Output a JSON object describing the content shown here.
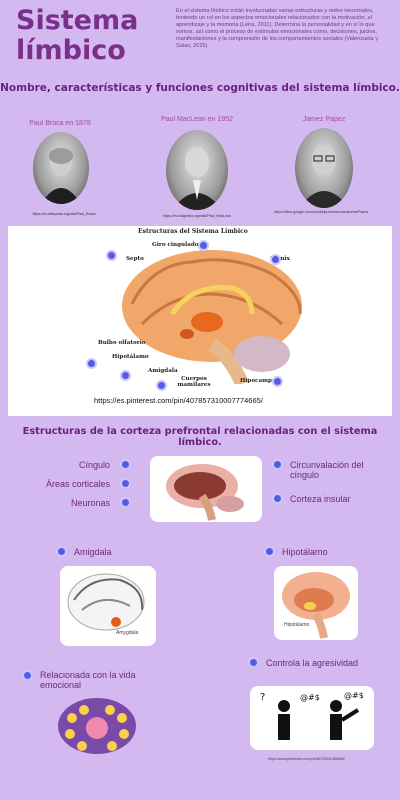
{
  "header": {
    "title_line1": "Sistema",
    "title_line2": "límbico",
    "intro": "En el sistema límbico están involucradas varias estructuras y redes neuronales, teniendo un rol en los aspectos emocionales relacionados con la motivación, el aprendizaje y la memoria (Leira, 2011). Determina la personalidad y en sí lo que somos, así como el proceso de estímulos emocionales como, decisiones, juicios, manifestaciones y la comprensión de los comportamientos sociales (Valenzuela y Salas, 2015)."
  },
  "section1": {
    "heading": "Nombre, características y funciones cognitivas del sistema límbico.",
    "portraits": [
      {
        "label": "Paul Broca en 1878",
        "caption": "https://es.wikipedia.org/wiki/Paul_Broca"
      },
      {
        "label": "Paul MacLean en 1952",
        "caption": "https://es.wikipedia.org/wiki/Paul_MacLean"
      },
      {
        "label": "Jamez Papez",
        "caption": "https://sites.google.com/a/unirioja.es/neuroanatomia/Papez"
      }
    ]
  },
  "brain_diagram": {
    "title": "Estructuras del Sistema Límbico",
    "labels": {
      "giro": "Giro cingulado",
      "septo": "Septo",
      "fornix": "Fórnix",
      "bulbo": "Bulbo olfatorio",
      "hipotalamo": "Hipotálamo",
      "amigdala": "Amigdala",
      "cuerpos": "Cuerpos mamilares",
      "hipocampo": "Hipocampo"
    },
    "source": "https://es.pinterest.com/pin/407857310007774665/"
  },
  "section2": {
    "heading": "Estructuras de la corteza prefrontal relacionadas con el sistema límbico.",
    "left_items": [
      "Cíngulo",
      "Áreas corticales",
      "Neuronas"
    ],
    "right_items": [
      "Circunvalación del cíngulo",
      "Corteza insular"
    ]
  },
  "section3": {
    "amigdala": "Amigdala",
    "hipotalamo": "Hipotálamo",
    "amigdala_img_label": "Amygdala",
    "hipotalamo_img_label": "Hipotálamo",
    "emocional": "Relacionada con la vida emocional",
    "agresividad": "Controla la agresividad",
    "source": "https://www.pinterest.com/pin/46725341489896/"
  },
  "colors": {
    "background": "#d4b8f0",
    "accent": "#7a2f8a",
    "dot": "#5a5ae0"
  }
}
